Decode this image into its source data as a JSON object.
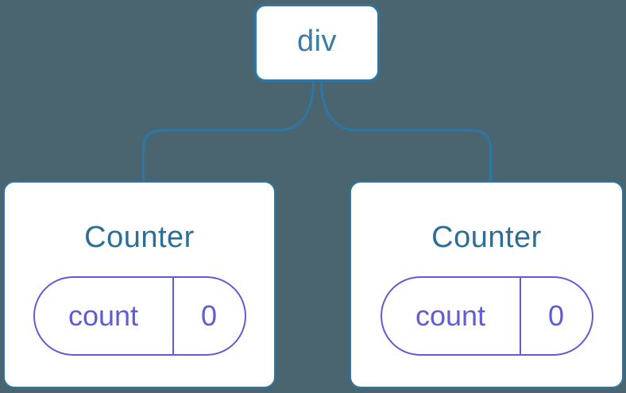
{
  "diagram": {
    "root": {
      "label": "div"
    },
    "children": [
      {
        "title": "Counter",
        "state": {
          "key": "count",
          "value": "0"
        }
      },
      {
        "title": "Counter",
        "state": {
          "key": "count",
          "value": "0"
        }
      }
    ],
    "colors": {
      "background": "#4B6570",
      "connector_blue": "#2E76A3",
      "root_label_blue": "#3B7CA6",
      "component_title_blue": "#2D6E96",
      "state_purple": "#5F5CD6",
      "node_fill": "#FFFFFF"
    }
  }
}
